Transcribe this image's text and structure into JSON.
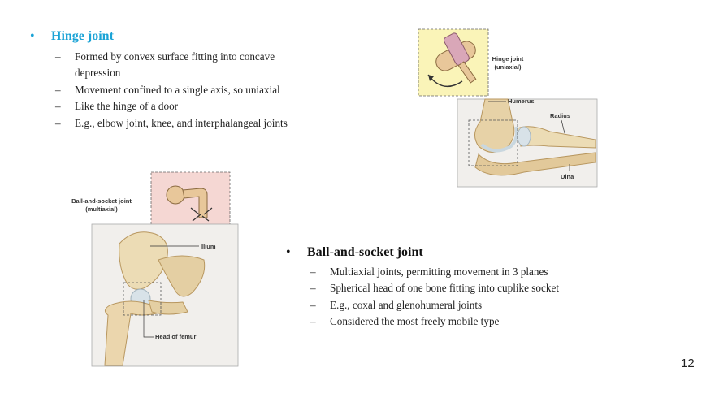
{
  "hinge": {
    "title": "Hinge joint",
    "title_color": "#1aa3d6",
    "items": [
      "Formed by convex surface fitting into concave depression",
      "Movement confined to a single axis, so uniaxial",
      "Like the hinge of a door",
      "E.g., elbow joint, knee, and interphalangeal joints"
    ]
  },
  "ball": {
    "title": "Ball-and-socket joint",
    "title_color": "#111111",
    "items": [
      "Multiaxial joints, permitting movement in 3 planes",
      "Spherical head of one bone fitting into cuplike socket",
      "E.g., coxal and glenohumeral joints",
      "Considered the most freely mobile type"
    ]
  },
  "elbow_figure": {
    "label_line1": "Hinge joint",
    "label_line2": "(uniaxial)",
    "humerus": "Humerus",
    "radius": "Radius",
    "ulna": "Ulna"
  },
  "hip_figure": {
    "label_line1": "Ball-and-socket joint",
    "label_line2": "(multiaxial)",
    "ilium": "Ilium",
    "head_of_femur": "Head of femur"
  },
  "dash_glyph": "–",
  "page_number": "12"
}
